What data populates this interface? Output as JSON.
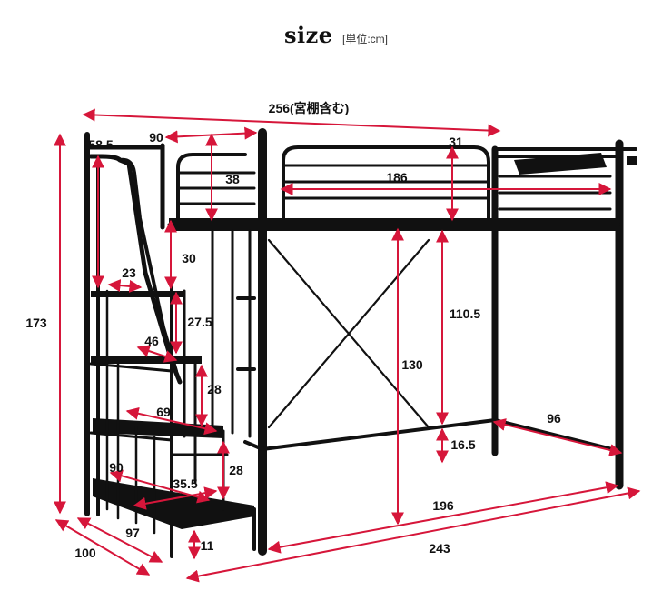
{
  "header": {
    "title": "size",
    "unit": "[単位:cm]"
  },
  "colors": {
    "dimension": "#d6163a",
    "frame": "#111111"
  },
  "dimensions": {
    "total_length": "256(宮棚含む)",
    "stair_top_width": "90",
    "stair_top_offset": "58.5",
    "guard_height": "38",
    "shelf_height": "31",
    "bed_length": "186",
    "step_gap_1": "30",
    "step_depth_top": "23",
    "step_gap_2": "27.5",
    "step_depth_2": "46",
    "step_gap_3": "28",
    "step_depth_3": "69",
    "step_gap_4": "28",
    "step_width_bottom": "90",
    "step_depth_bottom": "35.5",
    "bottom_clearance": "11",
    "total_height": "173",
    "stair_side_depth": "97",
    "total_depth": "100",
    "under_clearance": "130",
    "under_height": "110.5",
    "bar_height": "16.5",
    "frame_width": "96",
    "under_length": "196",
    "frame_length": "243"
  }
}
